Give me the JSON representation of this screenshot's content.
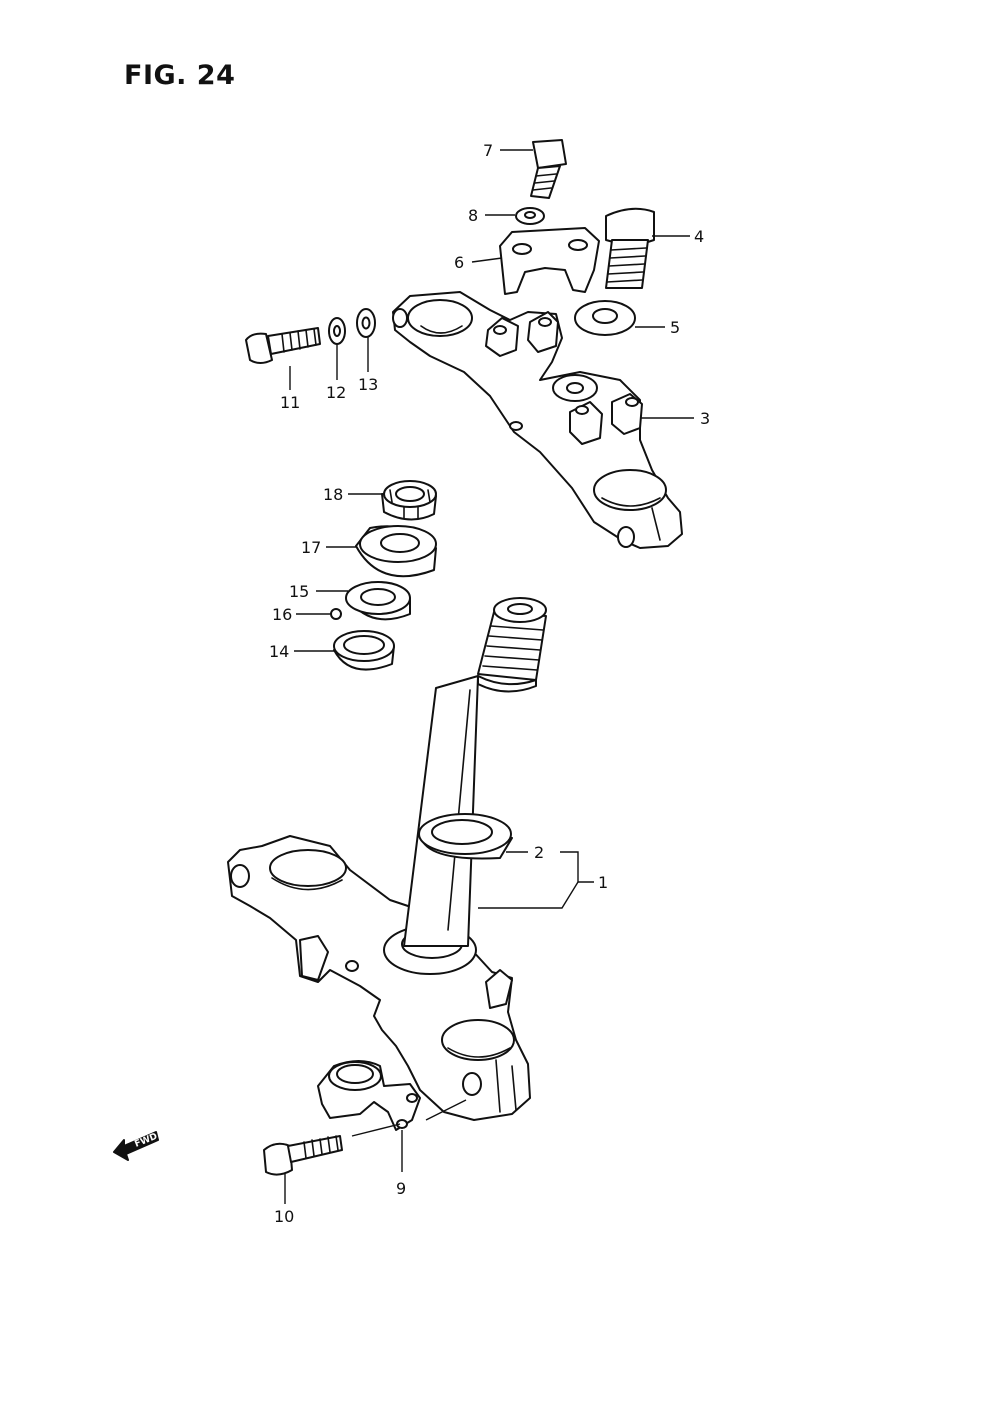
{
  "figure": {
    "title": "FIG. 24",
    "direction_badge": "FWD"
  },
  "callouts": [
    {
      "id": "1",
      "text": "1"
    },
    {
      "id": "2",
      "text": "2"
    },
    {
      "id": "3",
      "text": "3"
    },
    {
      "id": "4",
      "text": "4"
    },
    {
      "id": "5",
      "text": "5"
    },
    {
      "id": "6",
      "text": "6"
    },
    {
      "id": "7",
      "text": "7"
    },
    {
      "id": "8",
      "text": "8"
    },
    {
      "id": "9",
      "text": "9"
    },
    {
      "id": "10",
      "text": "10"
    },
    {
      "id": "11",
      "text": "11"
    },
    {
      "id": "12",
      "text": "12"
    },
    {
      "id": "13",
      "text": "13"
    },
    {
      "id": "14",
      "text": "14"
    },
    {
      "id": "15",
      "text": "15"
    },
    {
      "id": "16",
      "text": "16"
    },
    {
      "id": "17",
      "text": "17"
    },
    {
      "id": "18",
      "text": "18"
    }
  ]
}
